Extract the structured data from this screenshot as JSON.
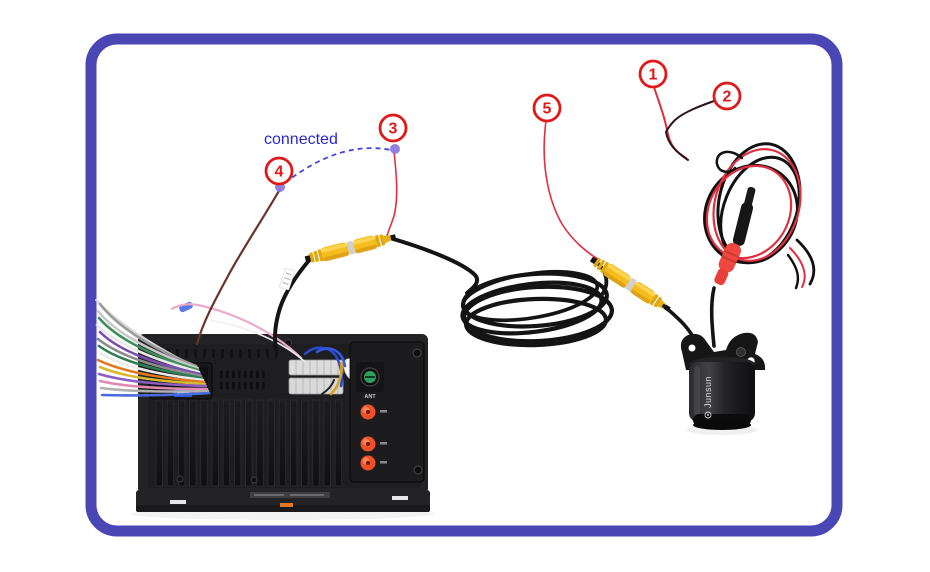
{
  "image_type": "car-stereo-rear-camera-wiring-diagram",
  "annotations": {
    "connected_label": "connected",
    "callout_1": "1",
    "callout_2": "2",
    "callout_3": "3",
    "callout_4": "4",
    "callout_5": "5"
  },
  "head_unit": {
    "ant_port_label": "ANT",
    "rca_jack_count": 3,
    "harness_wire_count": 14
  },
  "camera": {
    "brand_label": "Junsun"
  },
  "connectors": {
    "rca_pairs": 2,
    "power_bullet_connector": "red"
  },
  "colors": {
    "frame_border": "#4A47B5",
    "callout_red": "#E01818",
    "connected_text_blue": "#2828D0",
    "dashed_line_blue": "#4444E0",
    "connection_dot_purple": "#8A7AE0",
    "wire_red": "#E03040",
    "wire_brown": "#6B3226",
    "cable_black": "#141414",
    "rca_yellow": "#F4BC1C",
    "power_connector_red": "#EF4840",
    "ant_jack_green": "#2F9E5F",
    "rca_jack_orange": "#F05028",
    "head_unit_body": "#232325",
    "camera_body": "#1A1A1C"
  }
}
